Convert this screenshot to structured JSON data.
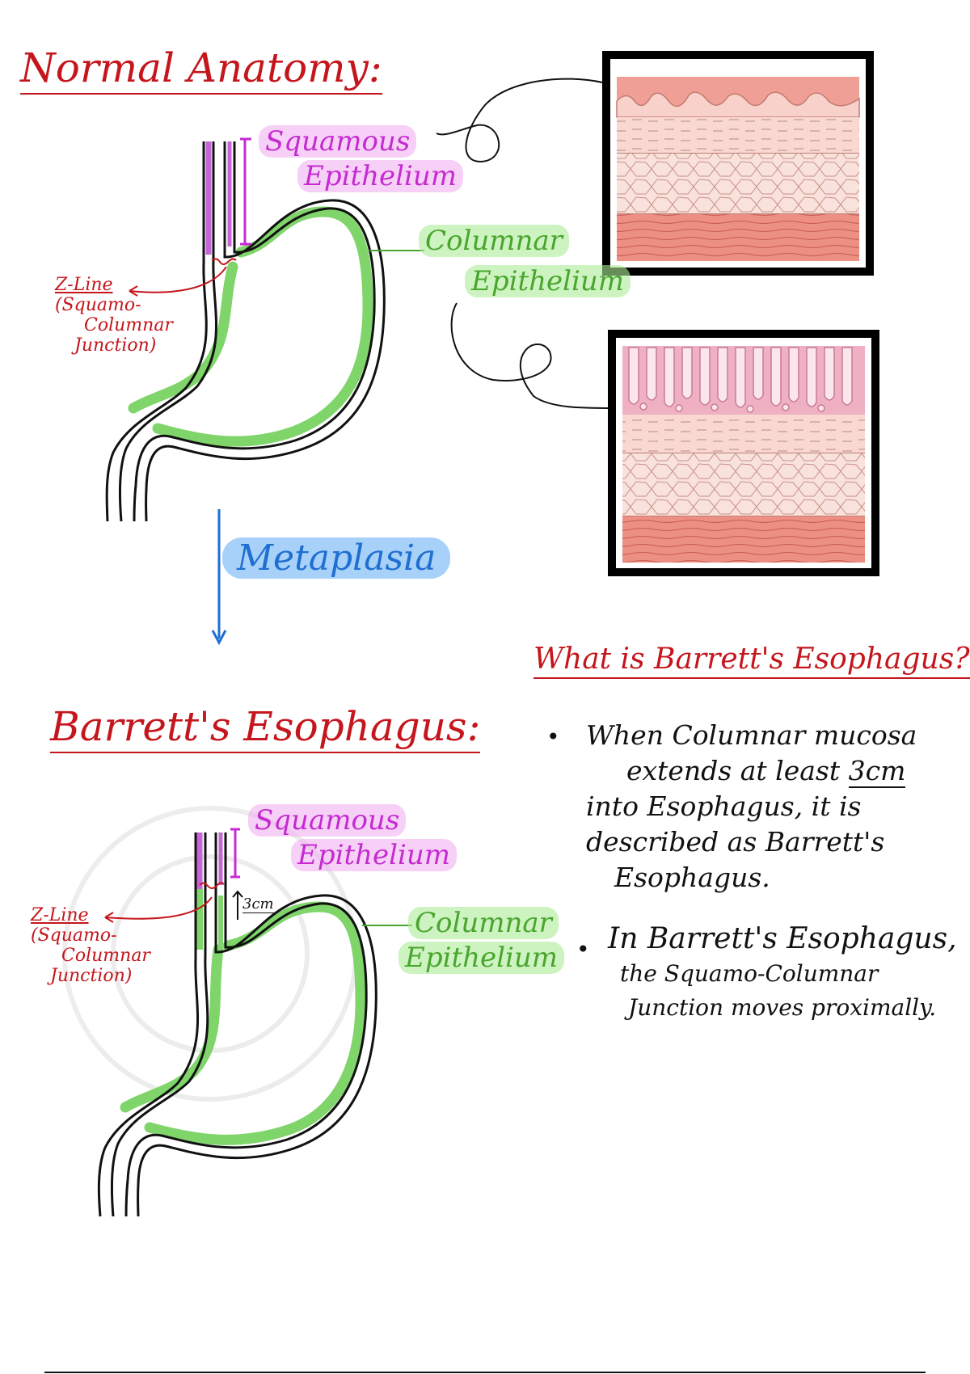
{
  "top": {
    "title": "Normal Anatomy:",
    "squamous_1": "Squamous",
    "squamous_2": "Epithelium",
    "columnar_1": "Columnar",
    "columnar_2": "Epithelium",
    "zline": [
      "Z-Line",
      "(Squamo-",
      "Columnar",
      "Junction)"
    ]
  },
  "arrow": {
    "label": "Metaplasia"
  },
  "bottom": {
    "title": "Barrett's Esophagus:",
    "squamous_1": "Squamous",
    "squamous_2": "Epithelium",
    "columnar_1": "Columnar",
    "columnar_2": "Epithelium",
    "measure": "3cm",
    "zline": [
      "Z-Line",
      "(Squamo-",
      "Columnar",
      "Junction)"
    ]
  },
  "explain": {
    "title": "What is Barrett's Esophagus??",
    "b1_l1": "When Columnar mucosa",
    "b1_l2a": "extends at least ",
    "b1_l2b": "3cm",
    "b1_l3": "into Esophagus, it is",
    "b1_l4": "described as Barrett's",
    "b1_l5": "Esophagus.",
    "b2_l1": "In Barrett's Esophagus,",
    "b2_l2": "the Squamo-Columnar",
    "b2_l3": "Junction moves proximally."
  },
  "colors": {
    "red": "#c4161c",
    "pink": "#c42bd0",
    "green": "#4aa52e",
    "blue": "#1f6fd1",
    "tissue": "#f2b3a8"
  }
}
